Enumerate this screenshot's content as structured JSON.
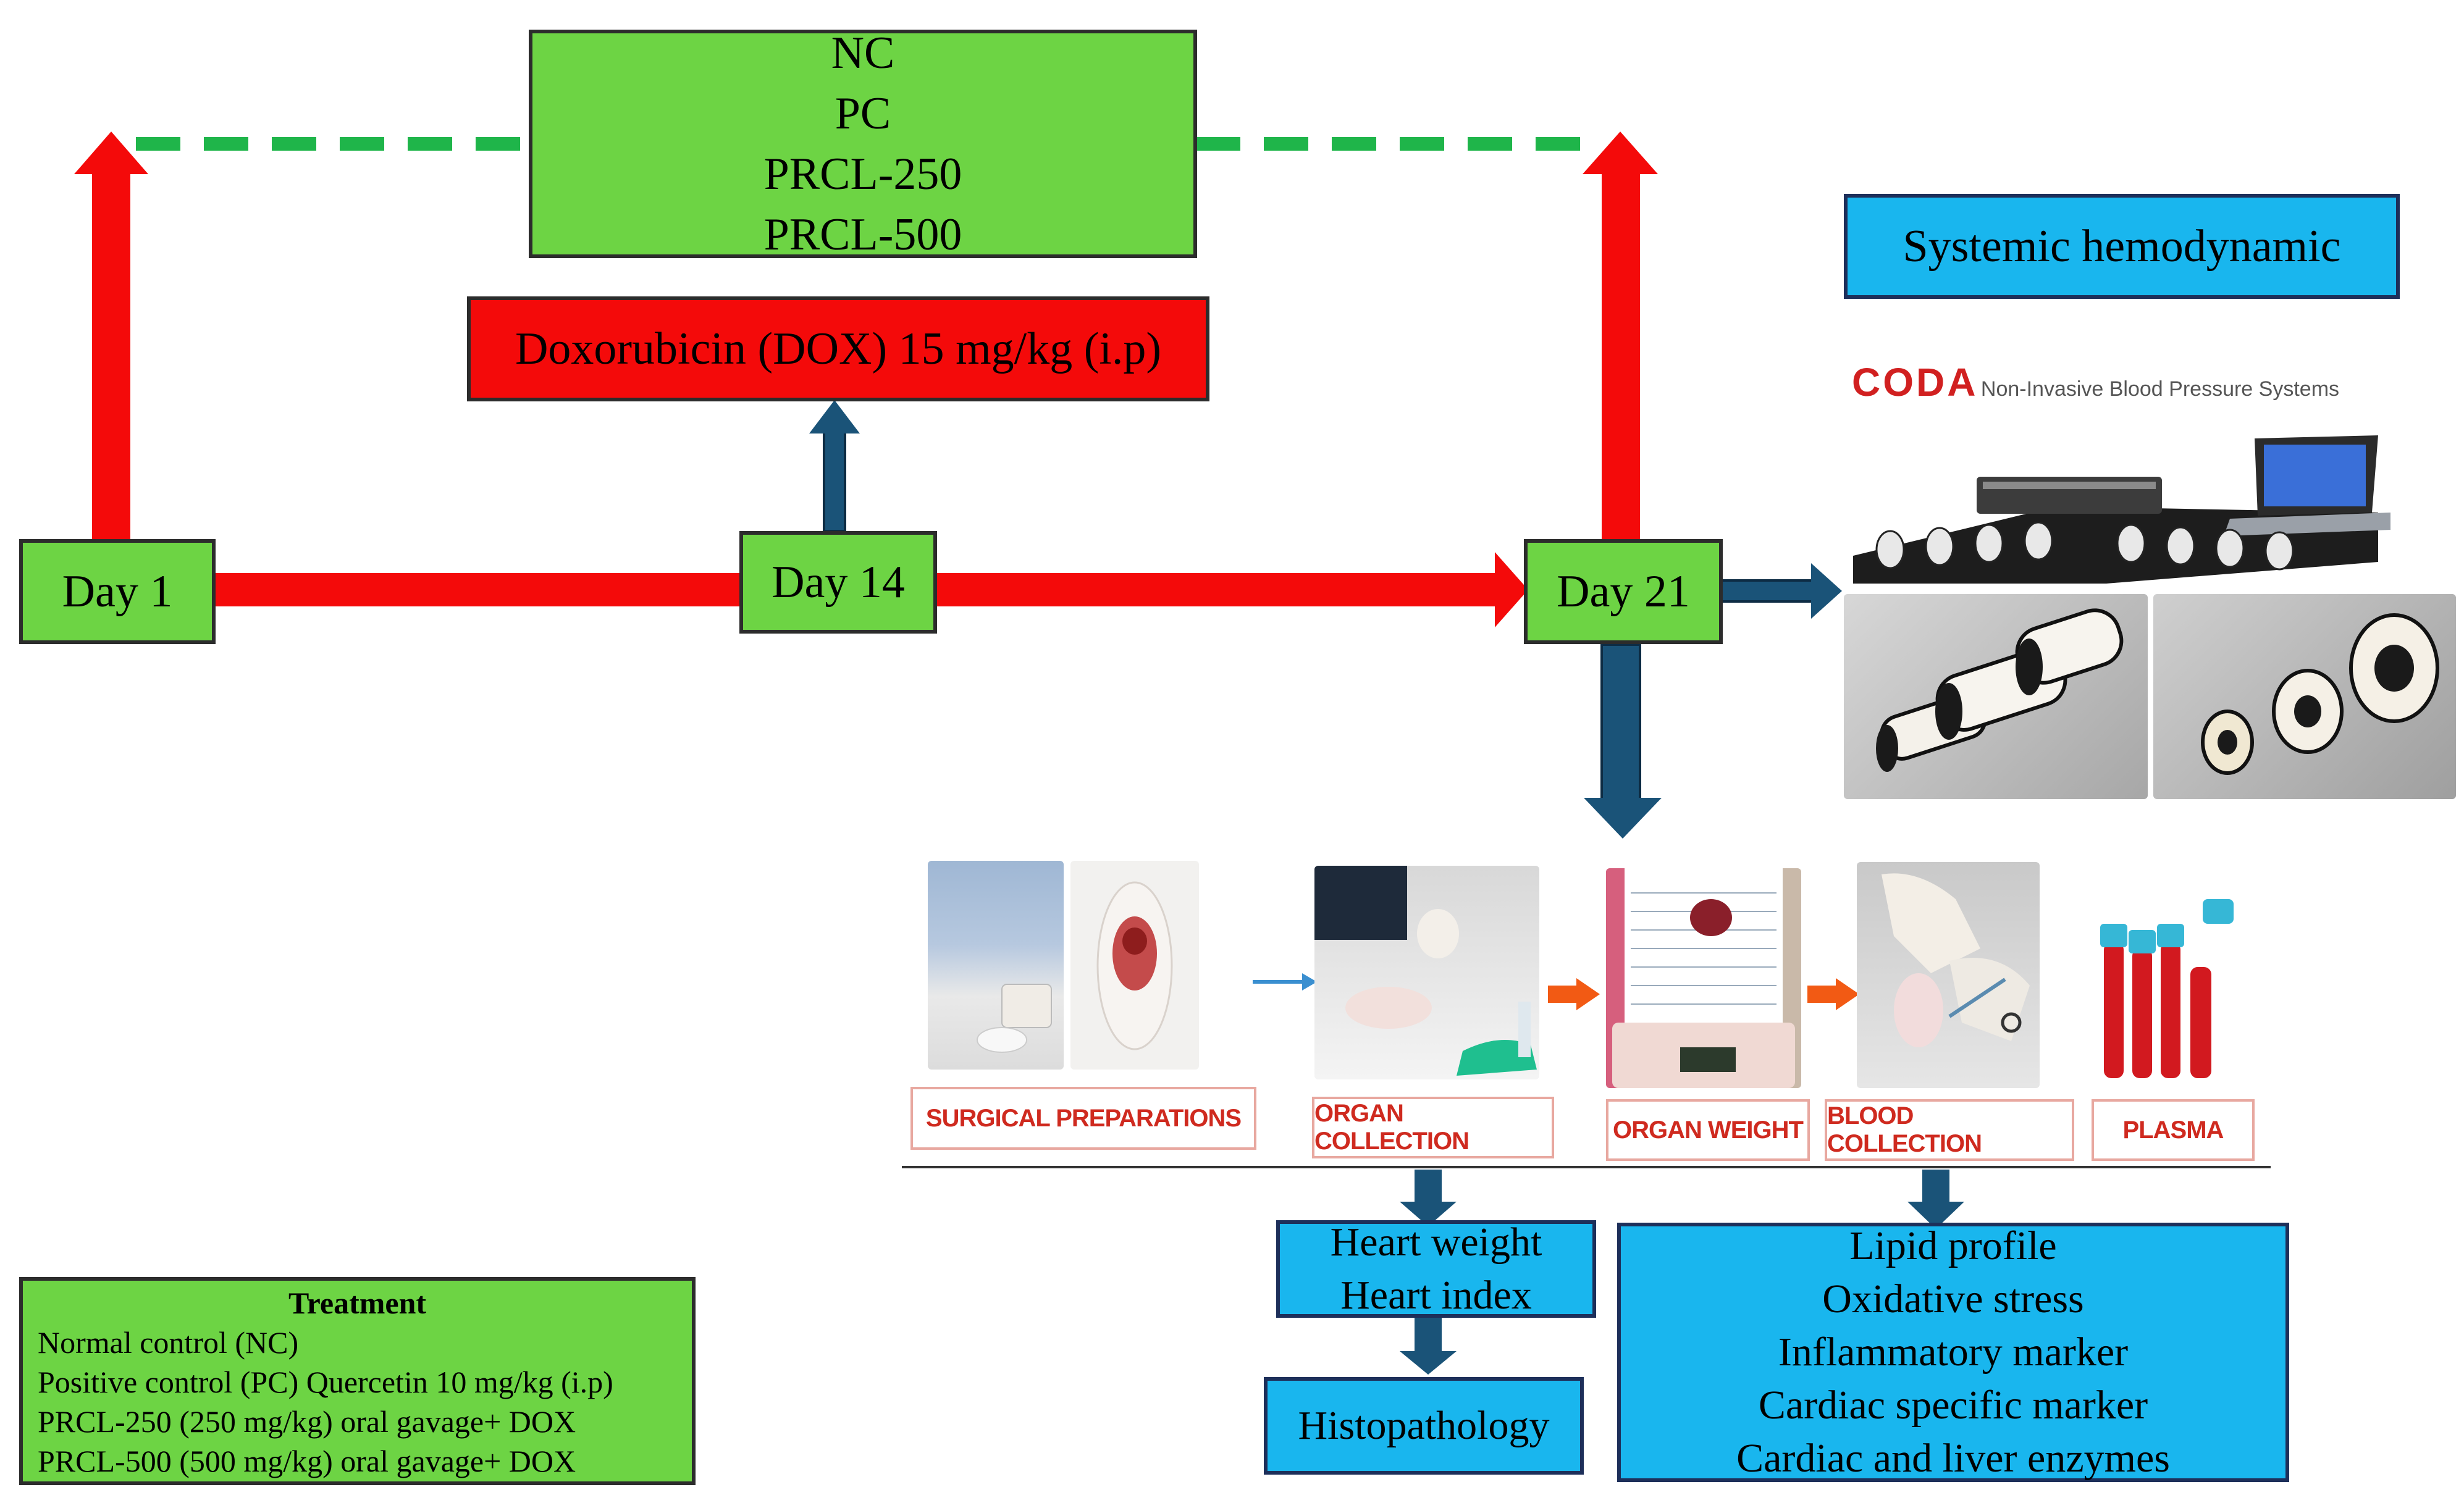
{
  "groups_box": {
    "lines": [
      "NC",
      "PC",
      "PRCL-250",
      "PRCL-500"
    ]
  },
  "dox_box": {
    "label": "Doxorubicin (DOX) 15 mg/kg (i.p)"
  },
  "days": {
    "day1": "Day 1",
    "day14": "Day 14",
    "day21": "Day 21"
  },
  "systemic": {
    "label": "Systemic hemodynamic"
  },
  "coda": {
    "brand": "CODA",
    "subtitle": "Non-Invasive Blood Pressure Systems"
  },
  "steps": {
    "surgical": "SURGICAL PREPARATIONS",
    "organ_collection": "ORGAN COLLECTION",
    "organ_weight": "ORGAN WEIGHT",
    "blood_collection": "BLOOD COLLECTION",
    "plasma": "PLASMA"
  },
  "heart_box": {
    "lines": [
      "Heart weight",
      "Heart index"
    ]
  },
  "histo_box": {
    "label": "Histopathology"
  },
  "analysis_box": {
    "lines": [
      "Lipid profile",
      "Oxidative stress",
      "Inflammatory marker",
      "Cardiac specific marker",
      "Cardiac and liver enzymes"
    ]
  },
  "treatment": {
    "title": "Treatment",
    "lines": [
      "Normal control (NC)",
      "Positive control (PC) Quercetin 10 mg/kg (i.p)",
      "PRCL-250 (250 mg/kg) oral gavage+ DOX",
      "PRCL-500 (500 mg/kg)  oral gavage+ DOX"
    ]
  },
  "colors": {
    "green": "#6dd444",
    "red": "#f40a0a",
    "blue": "#19b6ee",
    "navy": "#1a5378",
    "dash": "#1fb54a",
    "orange": "#f25a14"
  }
}
